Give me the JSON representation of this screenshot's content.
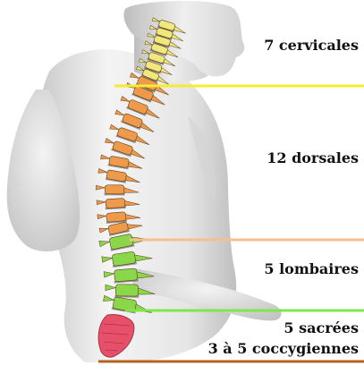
{
  "regions": [
    {
      "id": "cervical",
      "label": "7 cervicales",
      "count": 7,
      "color": "#f5ec32"
    },
    {
      "id": "dorsal",
      "label": "12 dorsales",
      "count": 12,
      "color": "#f6bf8b"
    },
    {
      "id": "lumbar",
      "label": "5 lombaires",
      "count": 5,
      "color": "#7ee84a"
    },
    {
      "id": "sacral",
      "label": "5 sacrées",
      "count": 5,
      "color": "#e8504a"
    },
    {
      "id": "coccyx",
      "label": "3 à 5 coccygiennes",
      "color": "#b5641d"
    }
  ],
  "colors": {
    "cervical_vertebra": "#f0e87a",
    "dorsal_vertebra": "#ee9a4a",
    "lumbar_vertebra": "#8ad84a",
    "sacrum": "#e8506a",
    "body_light": "#f2f2f2",
    "body_shade": "#bdbdbd",
    "disc": "#5a4a3a"
  }
}
